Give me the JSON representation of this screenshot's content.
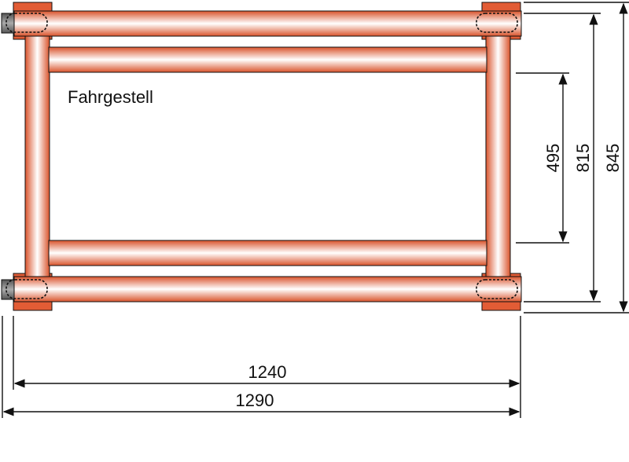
{
  "title": "Fahrgestell",
  "dimensions": {
    "width_inner": "1240",
    "width_outer": "1290",
    "height_inner": "495",
    "height_mid": "815",
    "height_outer": "845"
  },
  "colors": {
    "tube_dark": "#d9532b",
    "tube_light": "#ffffff",
    "bracket_fill": "#e25c35",
    "cap_fill": "#7a7a7a",
    "line": "#111111"
  }
}
